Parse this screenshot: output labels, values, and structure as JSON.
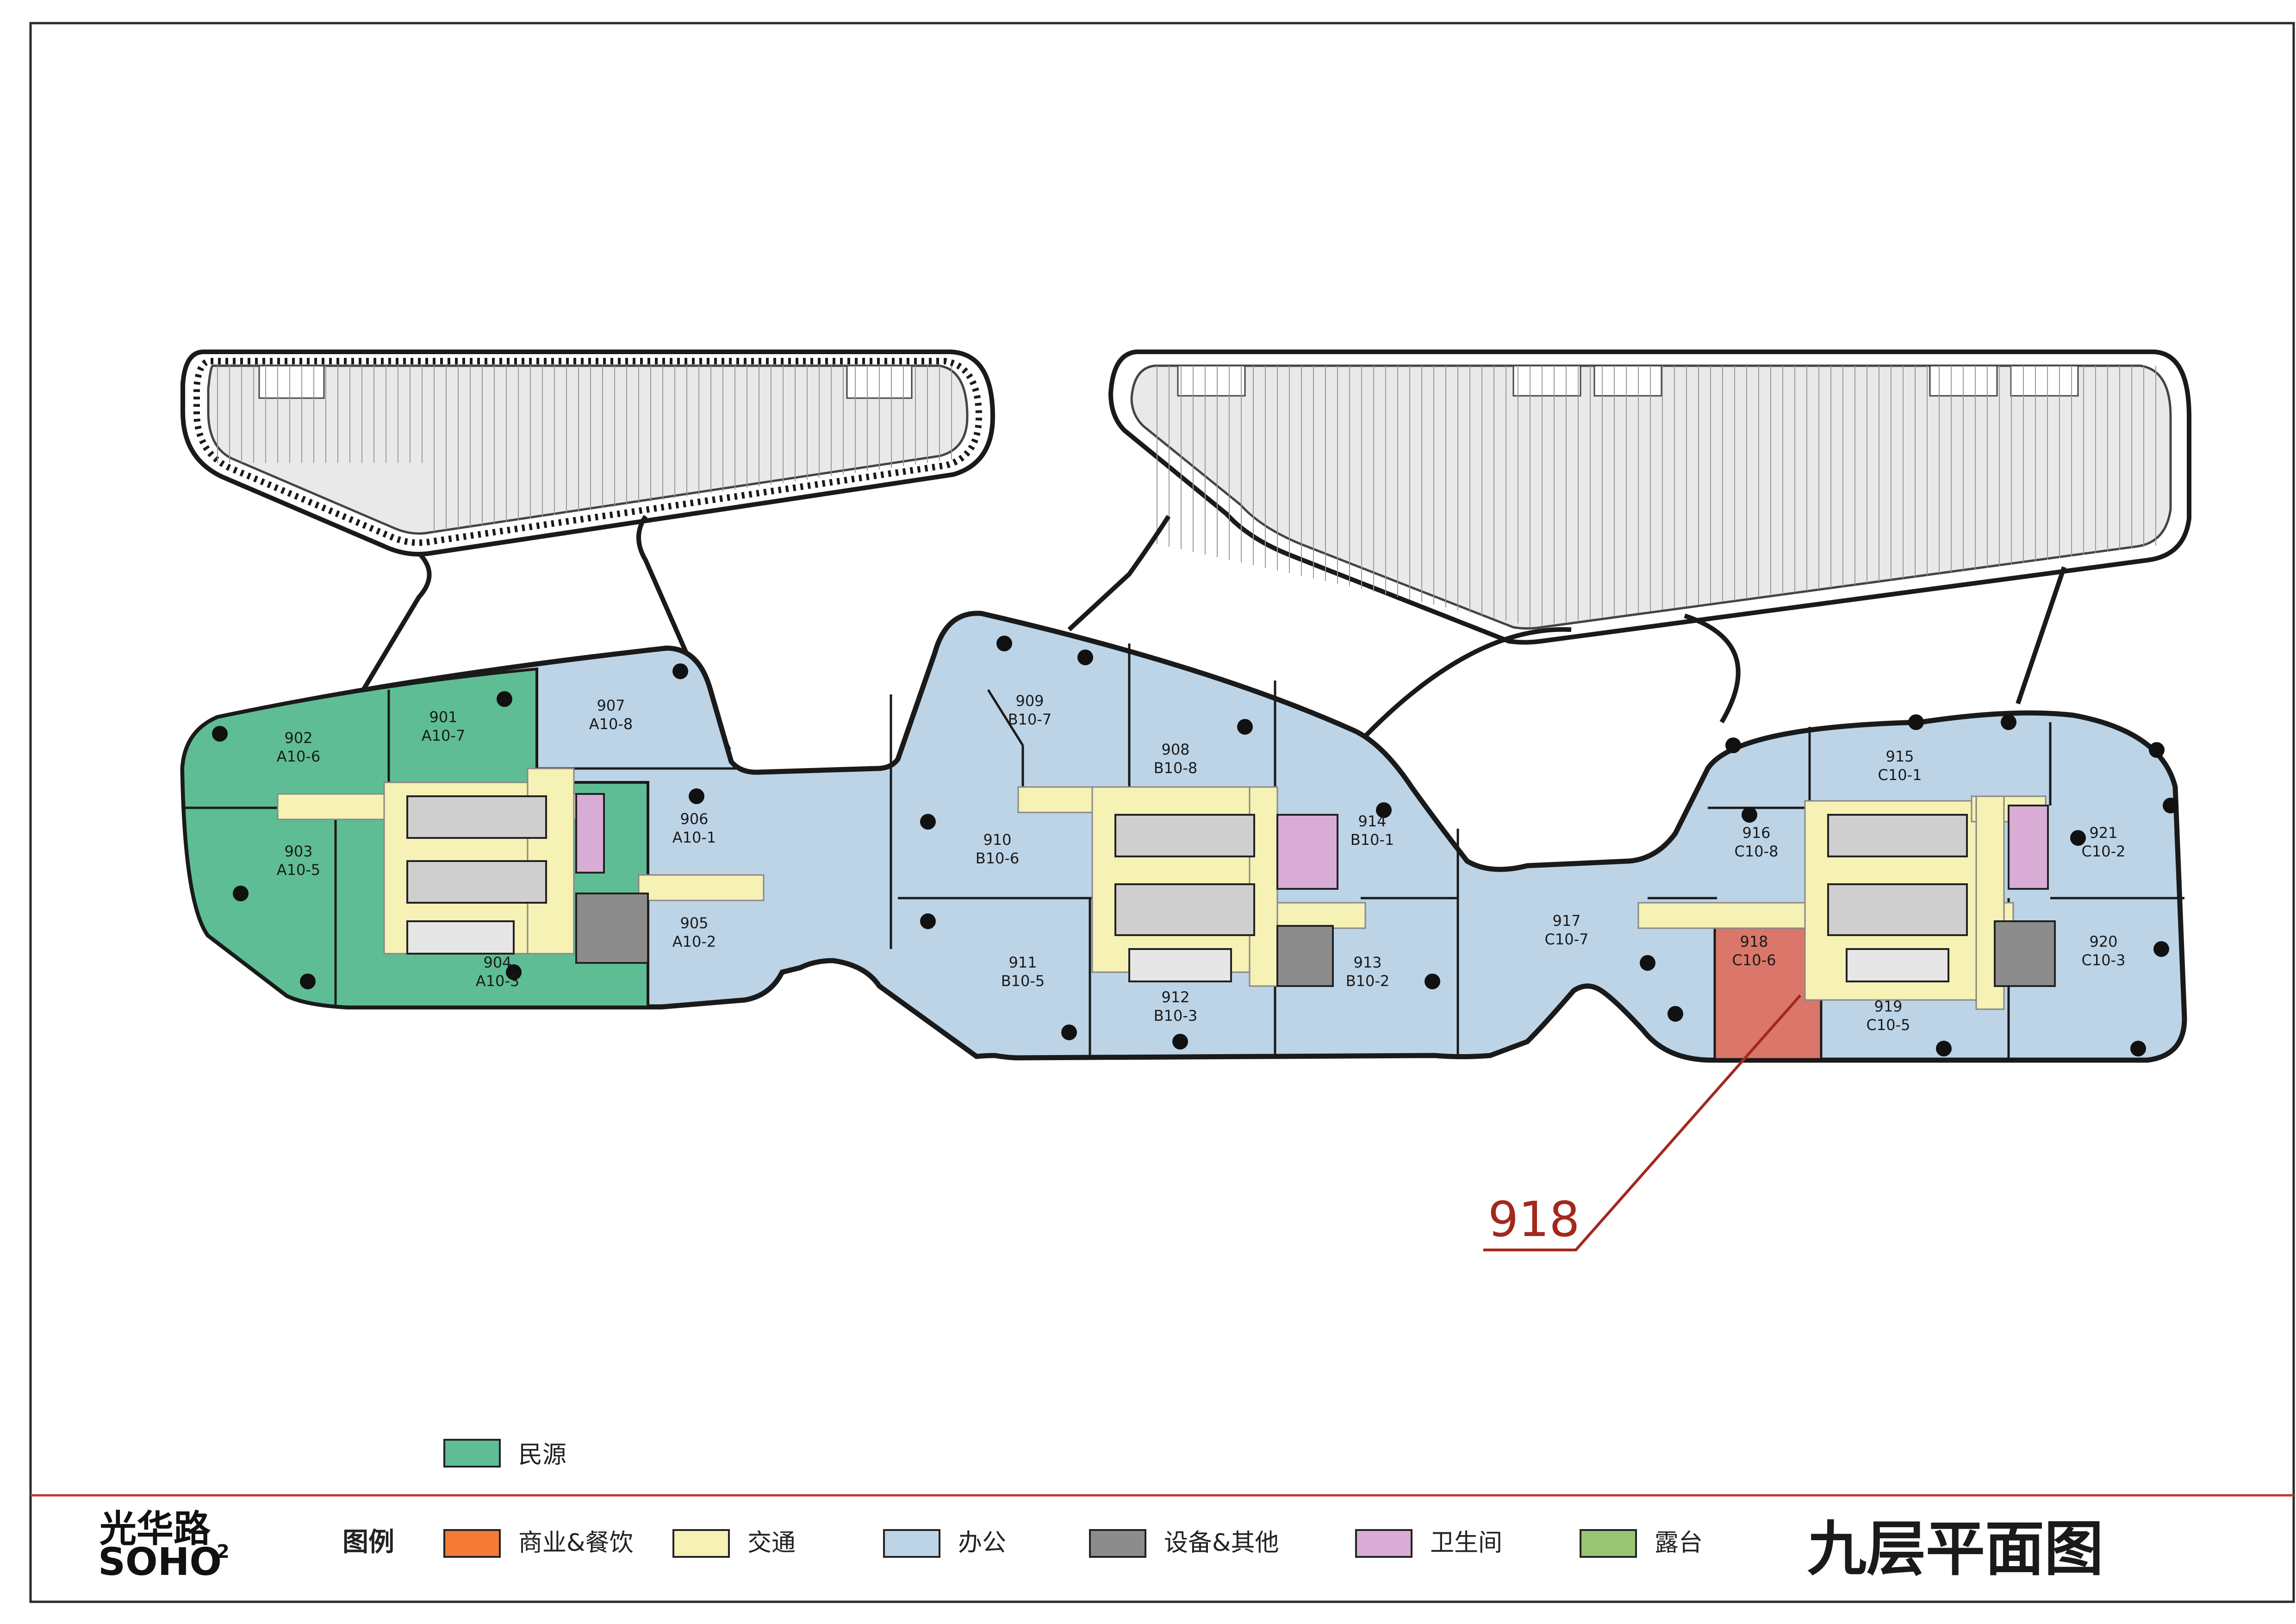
{
  "colors": {
    "commercial_dining": "#f47a35",
    "circulation": "#f6f1b4",
    "office": "#bdd4e7",
    "equipment_other": "#8c8c8c",
    "restroom": "#d9acd5",
    "terrace": "#97c573",
    "minyuan": "#5ebd94",
    "highlight_unit": "#db766a",
    "accent_red": "#a3281c",
    "roof": "#e8e8e8",
    "outline": "#1a1a1a"
  },
  "units": [
    {
      "id": "901",
      "code": "A10-7",
      "type": "minyuan"
    },
    {
      "id": "902",
      "code": "A10-6",
      "type": "minyuan"
    },
    {
      "id": "903",
      "code": "A10-5",
      "type": "minyuan"
    },
    {
      "id": "904",
      "code": "A10-3",
      "type": "minyuan"
    },
    {
      "id": "905",
      "code": "A10-2",
      "type": "office"
    },
    {
      "id": "906",
      "code": "A10-1",
      "type": "office"
    },
    {
      "id": "907",
      "code": "A10-8",
      "type": "office"
    },
    {
      "id": "908",
      "code": "B10-8",
      "type": "office"
    },
    {
      "id": "909",
      "code": "B10-7",
      "type": "office"
    },
    {
      "id": "910",
      "code": "B10-6",
      "type": "office"
    },
    {
      "id": "911",
      "code": "B10-5",
      "type": "office"
    },
    {
      "id": "912",
      "code": "B10-3",
      "type": "office"
    },
    {
      "id": "913",
      "code": "B10-2",
      "type": "office"
    },
    {
      "id": "914",
      "code": "B10-1",
      "type": "office"
    },
    {
      "id": "915",
      "code": "C10-1",
      "type": "office"
    },
    {
      "id": "916",
      "code": "C10-8",
      "type": "office"
    },
    {
      "id": "917",
      "code": "C10-7",
      "type": "office"
    },
    {
      "id": "918",
      "code": "C10-6",
      "type": "highlight"
    },
    {
      "id": "919",
      "code": "C10-5",
      "type": "office"
    },
    {
      "id": "920",
      "code": "C10-3",
      "type": "office"
    },
    {
      "id": "921",
      "code": "C10-2",
      "type": "office"
    }
  ],
  "callout": {
    "label": "918"
  },
  "minyuan_legend": {
    "label": "民源"
  },
  "legend": {
    "heading": "图例",
    "items": [
      {
        "label": "商业&餐饮",
        "color_key": "commercial_dining"
      },
      {
        "label": "交通",
        "color_key": "circulation"
      },
      {
        "label": "办公",
        "color_key": "office"
      },
      {
        "label": "设备&其他",
        "color_key": "equipment_other"
      },
      {
        "label": "卫生间",
        "color_key": "restroom"
      },
      {
        "label": "露台",
        "color_key": "terrace"
      }
    ]
  },
  "brand": {
    "name_cn": "光华路",
    "name_en": "SOHO",
    "superscript": "2"
  },
  "floor_title": "九层平面图"
}
